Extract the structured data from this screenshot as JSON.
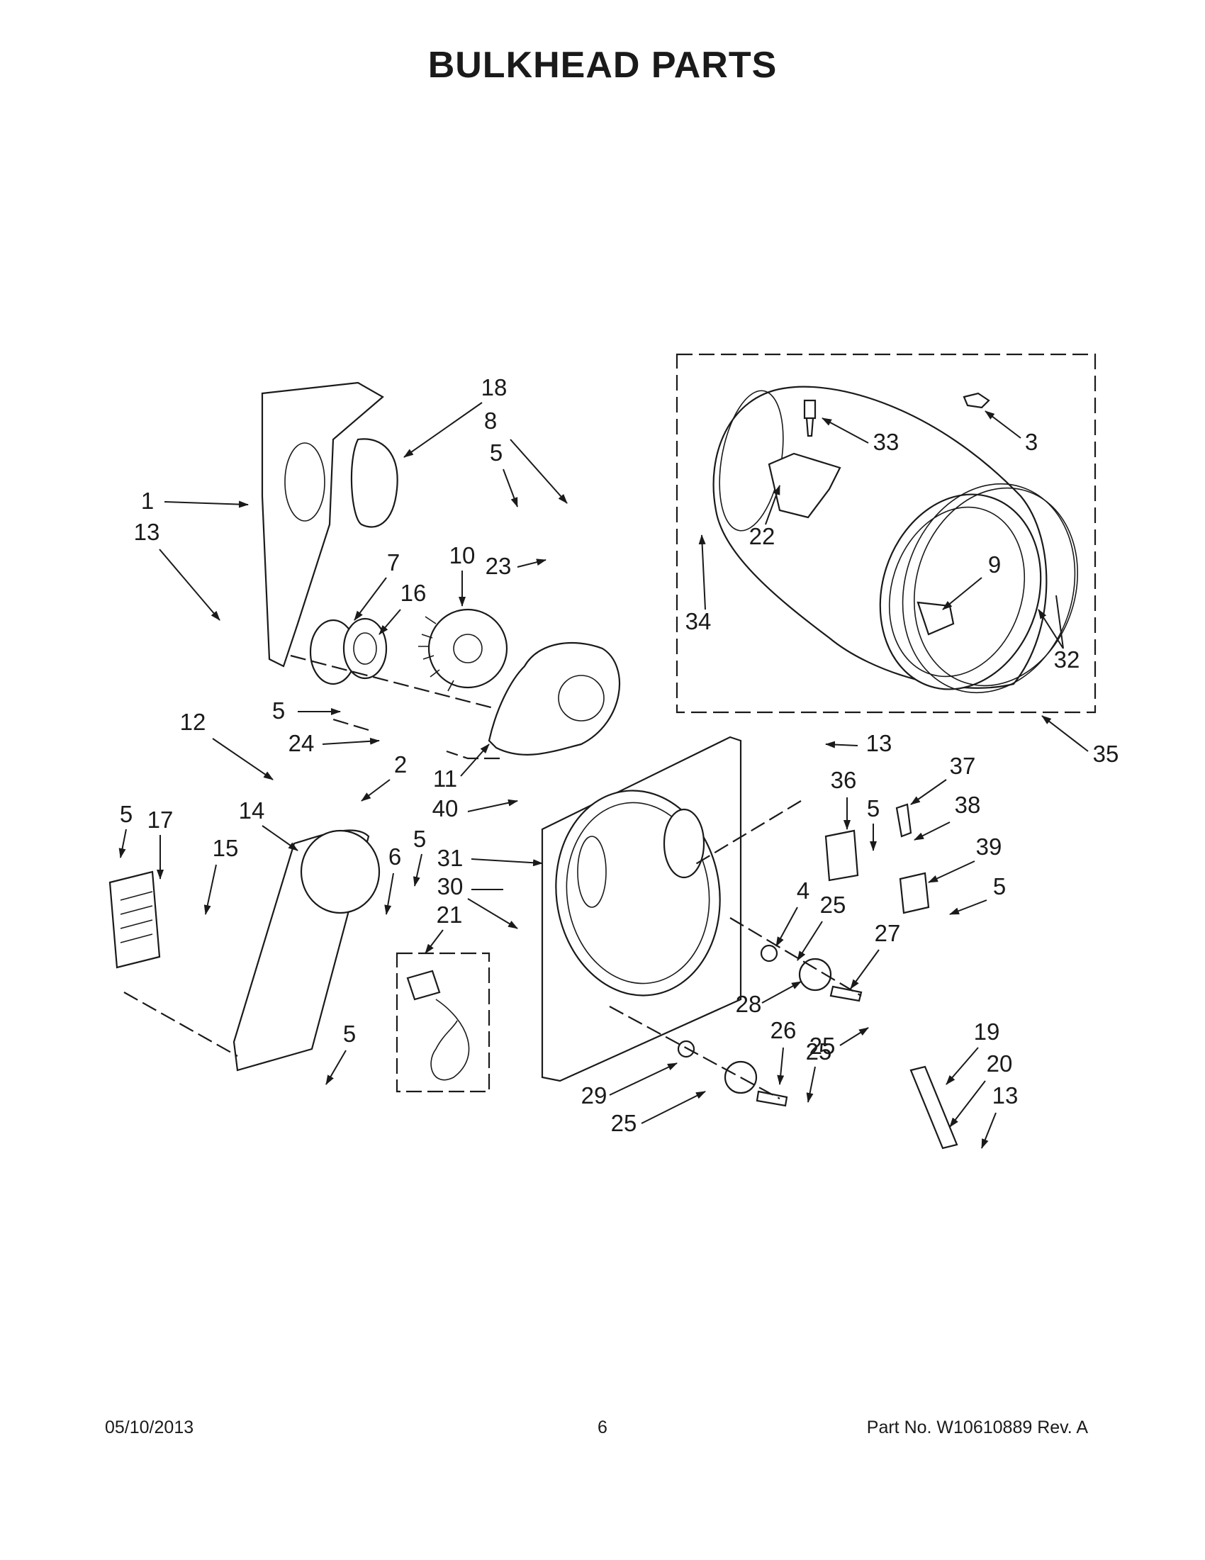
{
  "title": "BULKHEAD PARTS",
  "callouts": {
    "c1": "1",
    "c2": "2",
    "c3": "3",
    "c4": "4",
    "c5": "5",
    "c6": "6",
    "c7": "7",
    "c8": "8",
    "c9": "9",
    "c10": "10",
    "c11": "11",
    "c12": "12",
    "c13": "13",
    "c14": "14",
    "c15": "15",
    "c16": "16",
    "c17": "17",
    "c18": "18",
    "c19": "19",
    "c20": "20",
    "c21": "21",
    "c22": "22",
    "c23": "23",
    "c24": "24",
    "c25": "25",
    "c26": "26",
    "c27": "27",
    "c28": "28",
    "c29": "29",
    "c30": "30",
    "c31": "31",
    "c32": "32",
    "c33": "33",
    "c34": "34",
    "c35": "35",
    "c36": "36",
    "c37": "37",
    "c38": "38",
    "c39": "39",
    "c40": "40"
  },
  "footer": {
    "date": "05/10/2013",
    "page": "6",
    "part_no": "Part No.  W10610889  Rev.  A"
  }
}
